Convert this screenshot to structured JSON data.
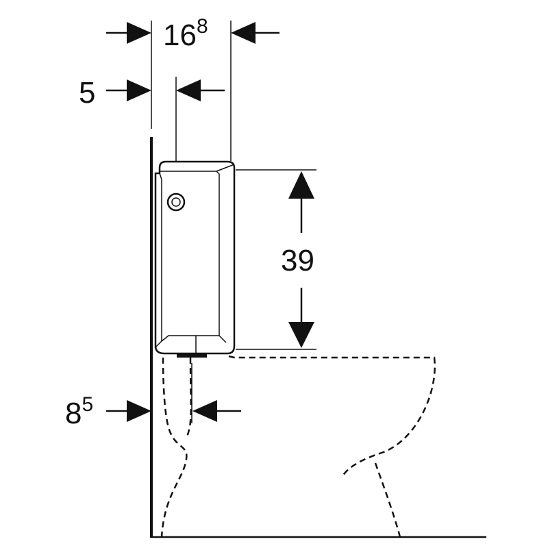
{
  "dimensions": {
    "top_width": {
      "main": "16",
      "sup": "8"
    },
    "offset": {
      "main": "5",
      "sup": ""
    },
    "height": {
      "main": "39",
      "sup": ""
    },
    "bottom_offset": {
      "main": "8",
      "sup": "5"
    }
  },
  "colors": {
    "line": "#111111",
    "background": "#ffffff"
  }
}
